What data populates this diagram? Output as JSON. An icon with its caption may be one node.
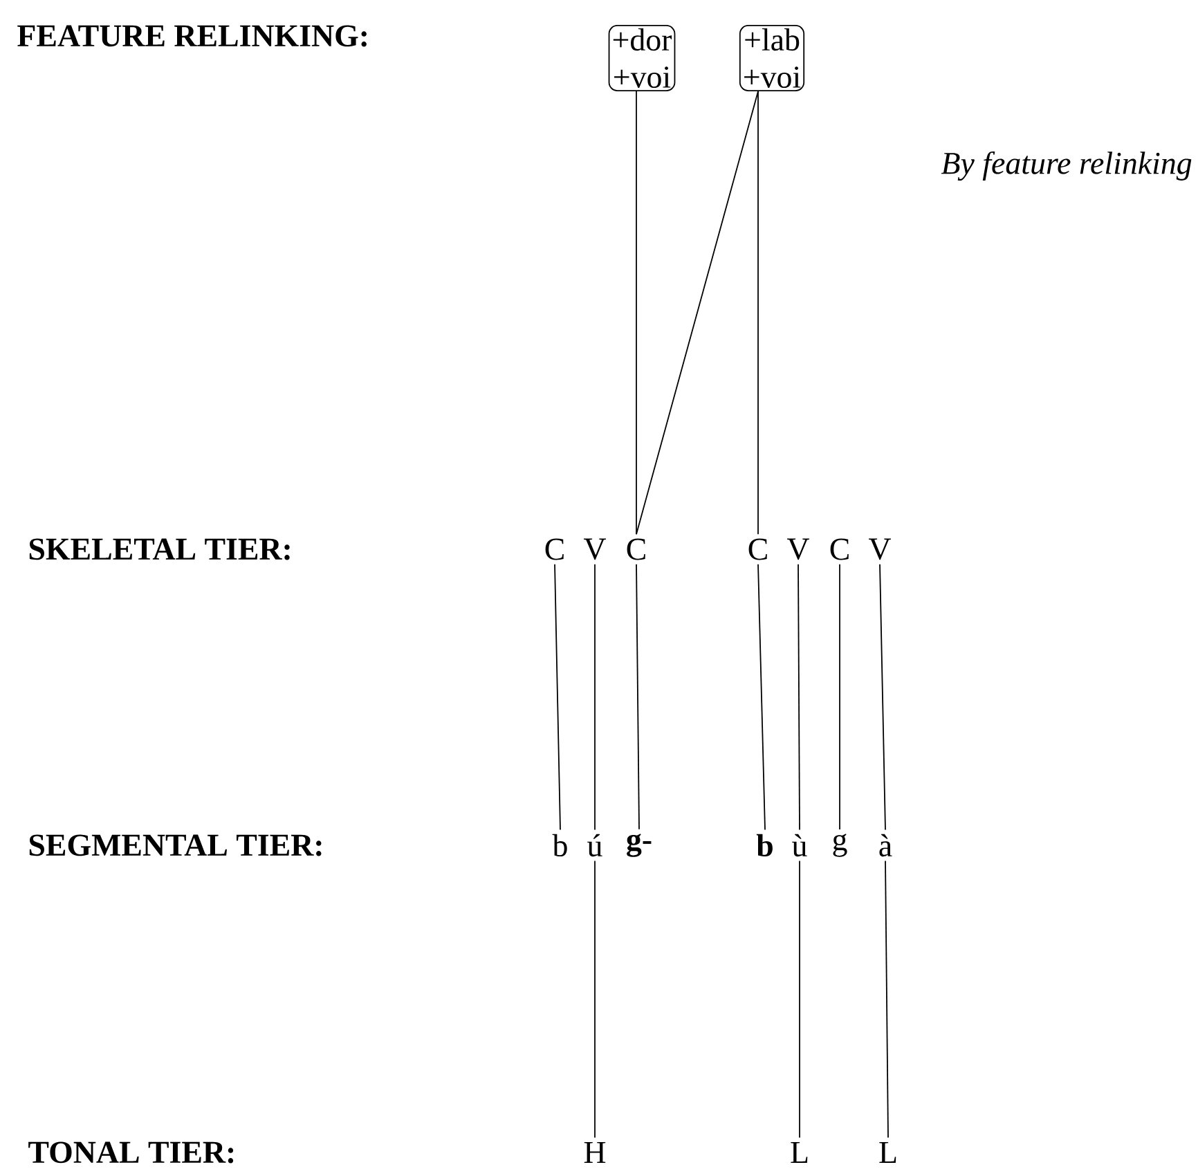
{
  "diagram": {
    "nodes": [
      {
        "text": [
          "+dor",
          "+voi"
        ]
      },
      {
        "text": [
          "+lab",
          "+voi"
        ]
      },
      {
        "text": [
          "C"
        ]
      },
      {
        "text": [
          "V"
        ]
      },
      {
        "text": [
          "C"
        ]
      },
      {
        "text": [
          "C"
        ]
      },
      {
        "text": [
          "V"
        ]
      },
      {
        "text": [
          "C"
        ]
      },
      {
        "text": [
          "V"
        ]
      },
      {
        "text": [
          "b"
        ]
      },
      {
        "text": [
          "ú"
        ]
      },
      {
        "text": [
          "**g-**"
        ]
      },
      {
        "text": [
          "**b**"
        ]
      },
      {
        "text": [
          "ù"
        ]
      },
      {
        "text": [
          "g"
        ]
      },
      {
        "text": [
          "à"
        ]
      },
      {
        "text": [
          "H"
        ]
      },
      {
        "text": [
          "L"
        ]
      },
      {
        "text": [
          "L"
        ]
      }
    ],
    "edges": [
      {
        "from": 0,
        "to": 4,
        "arrow": "none"
      },
      {
        "from": 1,
        "to": 4,
        "arrow": "none"
      },
      {
        "from": 1,
        "to": 5,
        "arrow": "none"
      },
      {
        "from": 2,
        "to": 9,
        "arrow": "none"
      },
      {
        "from": 3,
        "to": 10,
        "arrow": "none"
      },
      {
        "from": 4,
        "to": 11,
        "arrow": "none"
      },
      {
        "from": 5,
        "to": 12,
        "arrow": "none"
      },
      {
        "from": 6,
        "to": 13,
        "arrow": "none"
      },
      {
        "from": 7,
        "to": 14,
        "arrow": "none"
      },
      {
        "from": 8,
        "to": 15,
        "arrow": "none"
      },
      {
        "from": 10,
        "to": 16,
        "arrow": "none"
      },
      {
        "from": 13,
        "to": 17,
        "arrow": "none"
      },
      {
        "from": 15,
        "to": 18,
        "arrow": "none"
      }
    ],
    "labels": [
      "FEATURE RELINKING:",
      "By feature relinking",
      "SKELETAL TIER:",
      "SEGMENTAL TIER:",
      "TONAL TIER:"
    ]
  }
}
